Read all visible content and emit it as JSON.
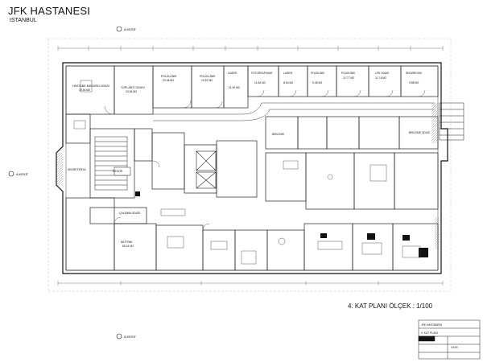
{
  "header": {
    "title": "JFK HASTANESI",
    "subtitle": "ISTANBUL"
  },
  "scale_label": "4. KAT PLANI ÖLÇEK : 1/100",
  "section_marks": {
    "top": "A KESIT",
    "left": "A KESIT",
    "bottom": "A KESIT"
  },
  "rooms": [
    {
      "id": "r1",
      "label": "HASTANE MÜDÜRÜ ODASI",
      "area": "19.54 M2"
    },
    {
      "id": "r2",
      "label": "TOPLANTI ODASI",
      "area": "23.84 M2"
    },
    {
      "id": "r3",
      "label": "POLİKLİNİK",
      "area": "20.46 M2"
    },
    {
      "id": "r4",
      "label": "POLİKLİNİK",
      "area": "19.57 M2"
    },
    {
      "id": "r5",
      "label": "LASER",
      "area": "11.90 M2"
    },
    {
      "id": "r6",
      "label": "FOTOĞRAFHANE",
      "area": "11.84 M2"
    },
    {
      "id": "r7",
      "label": "LASER",
      "area": "8.60 M2"
    },
    {
      "id": "r8",
      "label": "POLİKLİNİK",
      "area": "9.45 M2"
    },
    {
      "id": "r9",
      "label": "POLİKLİNİK",
      "area": "12.77 M2"
    },
    {
      "id": "r10",
      "label": "LPD ODASI",
      "area": "11.74 M2"
    },
    {
      "id": "r11",
      "label": "SHOWROOM",
      "area": "9.88 M2"
    },
    {
      "id": "r12",
      "label": "SEKRETERYA",
      "area": ""
    },
    {
      "id": "r13",
      "label": "ÇALIŞMA ODASI",
      "area": ""
    },
    {
      "id": "r14",
      "label": "MUTFAK",
      "area": "89.41 M2"
    },
    {
      "id": "r15",
      "label": "BEKLEME ODASI",
      "area": ""
    },
    {
      "id": "r16",
      "label": "BEKLEME",
      "area": ""
    },
    {
      "id": "r17",
      "label": "DEKOR",
      "area": ""
    }
  ],
  "title_block": {
    "project": "JFK HASTANESI",
    "drawing": "4. KAT PLANI",
    "scale": "1/100"
  }
}
